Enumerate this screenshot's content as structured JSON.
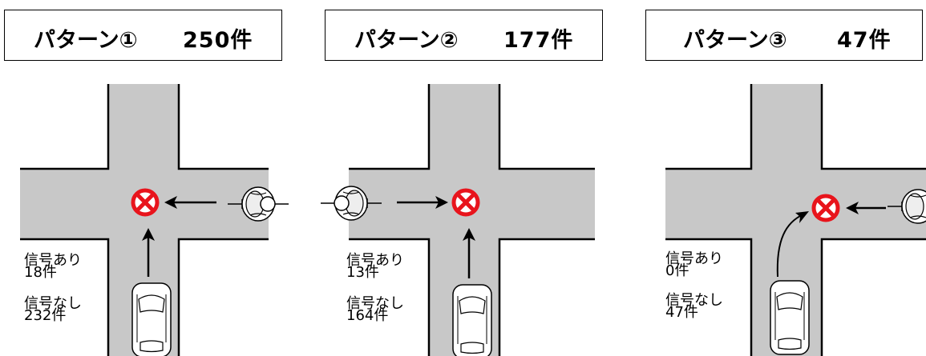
{
  "colors": {
    "road": "#c8c8c8",
    "conflict": "#e8141c",
    "ink": "#000000"
  },
  "patterns": [
    {
      "name": "パターン①",
      "count": "250件",
      "signal_label": "信号あり",
      "signal_count": "18件",
      "nosignal_label": "信号なし",
      "nosignal_count": "232件",
      "bicycle_direction": "from-right",
      "car_path": "straight"
    },
    {
      "name": "パターン②",
      "count": "177件",
      "signal_label": "信号あり",
      "signal_count": "13件",
      "nosignal_label": "信号なし",
      "nosignal_count": "164件",
      "bicycle_direction": "from-left",
      "car_path": "straight"
    },
    {
      "name": "パターン③",
      "count": "47件",
      "signal_label": "信号あり",
      "signal_count": "0件",
      "nosignal_label": "信号なし",
      "nosignal_count": "47件",
      "bicycle_direction": "from-right",
      "car_path": "curve-right"
    }
  ]
}
